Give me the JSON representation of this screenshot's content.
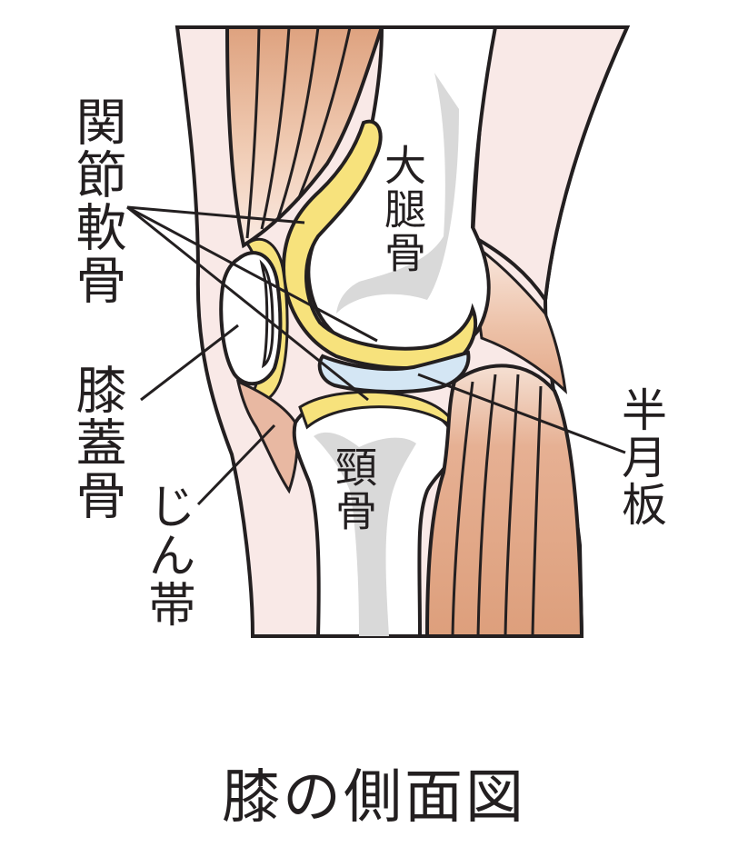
{
  "labels": {
    "articular_cartilage": "関節軟骨",
    "patella": "膝蓋骨",
    "ligament": "じん帯",
    "meniscus": "半月板",
    "femur": "大腿骨",
    "tibia": "頸骨"
  },
  "title": "膝の側面図",
  "colors": {
    "outline": "#231f20",
    "skin": "#f9e9e7",
    "muscle": "#e2a98a",
    "muscle_light": "#f3d8c6",
    "bone": "#ffffff",
    "marrow": "#d6d6d6",
    "cartilage": "#f7e27c",
    "meniscus": "#d4e6f4",
    "fat_pad": "#e8b8a2"
  }
}
